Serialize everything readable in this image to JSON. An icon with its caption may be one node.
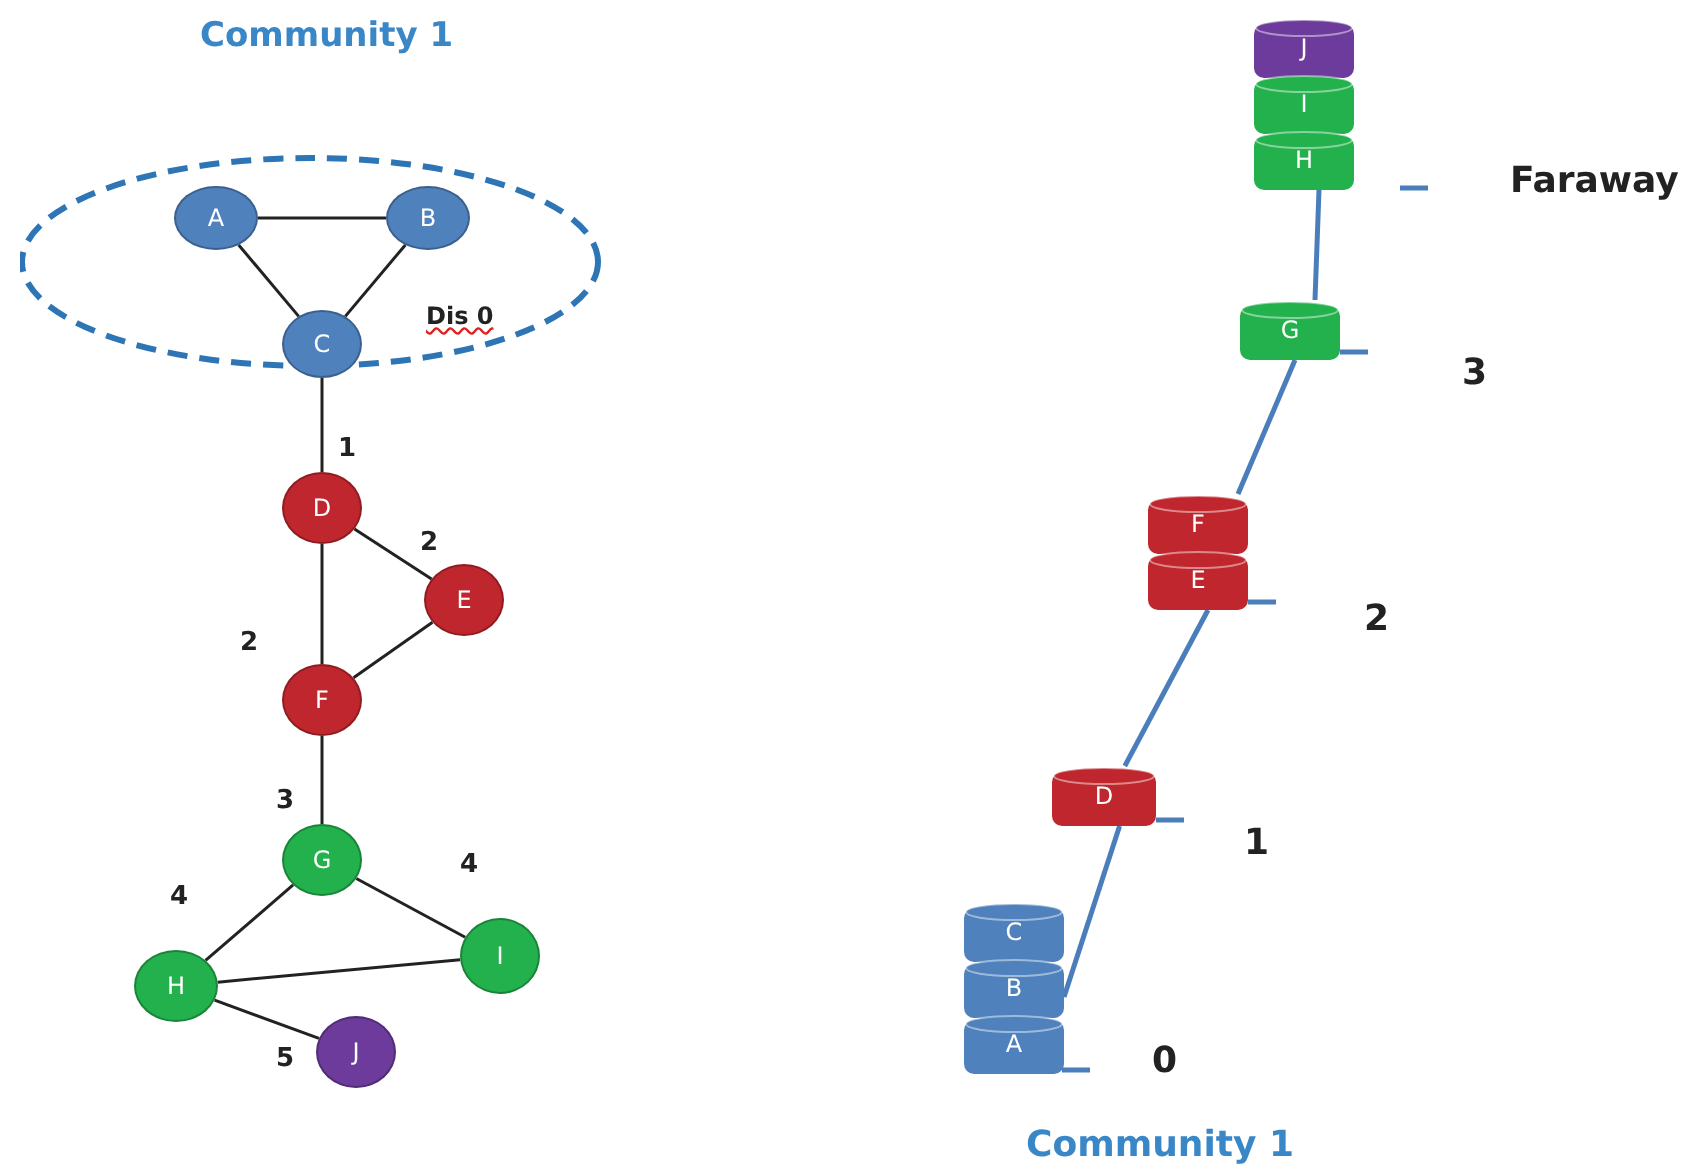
{
  "diagram": {
    "nodes": [
      {
        "text": [
          "Community 1",
          "Dis 0"
        ]
      },
      {
        "text": [
          "A"
        ],
        "in": 0
      },
      {
        "text": [
          "B"
        ],
        "in": 0
      },
      {
        "text": [
          "C"
        ],
        "in": 0
      },
      {
        "text": [
          "D"
        ]
      },
      {
        "text": [
          "E"
        ]
      },
      {
        "text": [
          "F"
        ]
      },
      {
        "text": [
          "G"
        ]
      },
      {
        "text": [
          "H"
        ]
      },
      {
        "text": [
          "I"
        ]
      },
      {
        "text": [
          "J"
        ]
      },
      {
        "text": [
          "C"
        ]
      },
      {
        "text": [
          "B"
        ]
      },
      {
        "text": [
          "A"
        ]
      },
      {
        "text": [
          "D"
        ]
      },
      {
        "text": [
          "F"
        ]
      },
      {
        "text": [
          "E"
        ]
      },
      {
        "text": [
          "G"
        ]
      },
      {
        "text": [
          "J"
        ]
      },
      {
        "text": [
          "I"
        ]
      },
      {
        "text": [
          "H"
        ]
      }
    ],
    "edges": [
      {
        "from": 1,
        "to": 2,
        "arrow": "none"
      },
      {
        "from": 1,
        "to": 3,
        "arrow": "none"
      },
      {
        "from": 2,
        "to": 3,
        "arrow": "none"
      },
      {
        "from": 3,
        "to": 4,
        "arrow": "none",
        "label": "1"
      },
      {
        "from": 4,
        "to": 5,
        "arrow": "none",
        "label": "2"
      },
      {
        "from": 4,
        "to": 6,
        "arrow": "none",
        "label": "2"
      },
      {
        "from": 5,
        "to": 6,
        "arrow": "none"
      },
      {
        "from": 6,
        "to": 7,
        "arrow": "none",
        "label": "3"
      },
      {
        "from": 7,
        "to": 8,
        "arrow": "none",
        "label": "4"
      },
      {
        "from": 7,
        "to": 9,
        "arrow": "none",
        "label": "4"
      },
      {
        "from": 8,
        "to": 9,
        "arrow": "none"
      },
      {
        "from": 8,
        "to": 10,
        "arrow": "none",
        "label": "5"
      },
      {
        "from": 12,
        "to": 14,
        "arrow": "none",
        "color": "#4a7ebb"
      },
      {
        "from": 14,
        "to": 16,
        "arrow": "none",
        "color": "#4a7ebb"
      },
      {
        "from": 15,
        "to": 17,
        "arrow": "none",
        "color": "#4a7ebb"
      },
      {
        "from": 17,
        "to": 20,
        "arrow": "none",
        "color": "#4a7ebb"
      }
    ],
    "labels": [
      "Faraway",
      "3",
      "2",
      "1",
      "0",
      "Community 1"
    ]
  }
}
